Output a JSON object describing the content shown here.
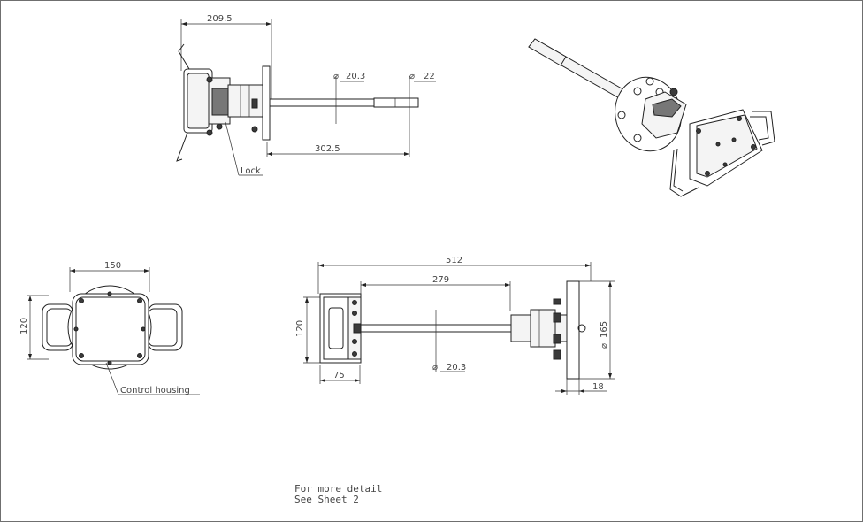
{
  "views": {
    "top_left": {
      "dim_overall": "209.5",
      "dim_rod_small": "20.3",
      "dim_rod_tip": "22",
      "dim_rod_length": "302.5",
      "label_lock": "Lock"
    },
    "bottom_left": {
      "dim_width": "150",
      "dim_height": "120",
      "label_housing": "Control housing"
    },
    "bottom_middle": {
      "dim_total": "512",
      "dim_rod": "279",
      "dim_height": "120",
      "dim_handle": "75",
      "dim_rod_dia": "20.3",
      "dim_flange_dia": "165",
      "dim_flange_thk": "18"
    }
  },
  "note": {
    "line1": "For more detail",
    "line2": "See Sheet 2"
  }
}
